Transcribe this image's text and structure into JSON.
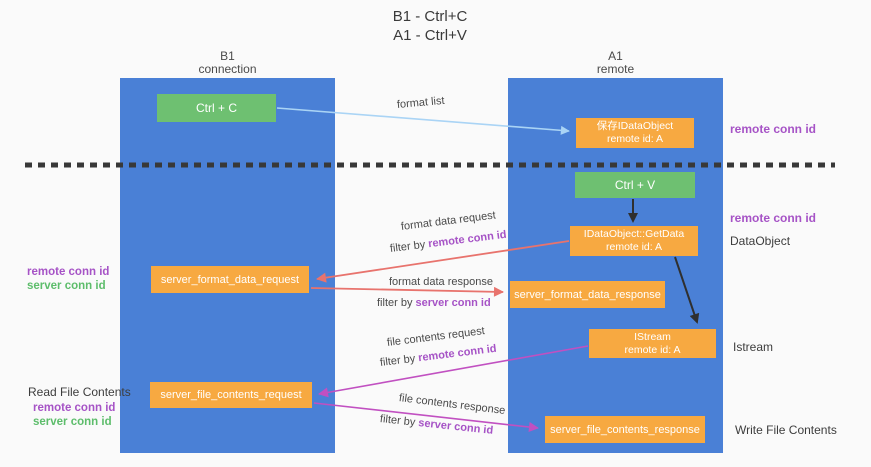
{
  "title": {
    "line1": "B1 - Ctrl+C",
    "line2": "A1 - Ctrl+V"
  },
  "lanes": {
    "left": {
      "header1": "B1",
      "header2": "connection"
    },
    "right": {
      "header1": "A1",
      "header2": "remote"
    }
  },
  "boxes": {
    "ctrl_c": {
      "label": "Ctrl + C"
    },
    "ctrl_v": {
      "label": "Ctrl + V"
    },
    "saved_idataobject": {
      "line1": "保存IDataObject",
      "line2": "remote id: A"
    },
    "getdata": {
      "line1": "IDataObject::GetData",
      "line2": "remote id: A"
    },
    "istream": {
      "line1": "IStream",
      "line2": "remote id: A"
    },
    "format_request": {
      "label": "server_format_data_request"
    },
    "format_response": {
      "label": "server_format_data_response"
    },
    "file_request": {
      "label": "server_file_contents_request"
    },
    "file_response": {
      "label": "server_file_contents_response"
    }
  },
  "arrow_labels": {
    "format_list": "format list",
    "format_data_request": "format data request",
    "format_data_response": "format data response",
    "file_contents_request": "file contents request",
    "file_contents_response": "file contents response",
    "filter_by": "filter by ",
    "remote_conn_id": "remote conn id",
    "server_conn_id": "server conn id"
  },
  "side_labels": {
    "remote_conn_id_top": "remote conn id",
    "remote_conn_id_mid": "remote conn id",
    "dataobject": "DataObject",
    "istream": "Istream",
    "write_file_contents": "Write File Contents",
    "read_file_contents": "Read File Contents",
    "left_remote_conn_id_1": "remote conn id",
    "left_server_conn_id_1": "server conn id",
    "left_remote_conn_id_2": "remote conn id",
    "left_server_conn_id_2": "server conn id"
  },
  "colors": {
    "lane_blue": "#4a80d6",
    "box_orange": "#f7a941",
    "box_green": "#6ec071",
    "arrow_light_blue": "#aad4f5",
    "arrow_red": "#e8736d",
    "arrow_magenta": "#c150c1",
    "arrow_black": "#2f2f2f",
    "text_purple": "#a653c6",
    "text_green": "#5dbd6b",
    "text_dark": "#3d3d3d",
    "background": "#fafafa"
  }
}
